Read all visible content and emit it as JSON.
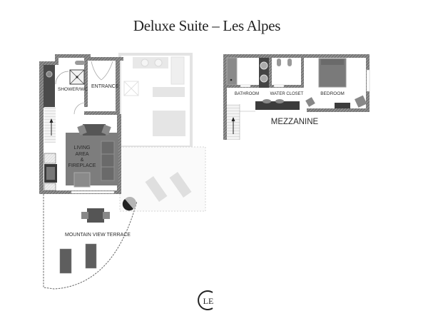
{
  "title": "Deluxe Suite – Les Alpes",
  "main_floor": {
    "rooms": [
      {
        "id": "shower",
        "label": "SHOWER/WC"
      },
      {
        "id": "entrance",
        "label": "ENTRANCE"
      },
      {
        "id": "living",
        "label_lines": [
          "LIVING",
          "AREA",
          "&",
          "FIREPLACE"
        ]
      },
      {
        "id": "terrace",
        "label": "MOUNTAIN VIEW TERRACE"
      }
    ]
  },
  "mezzanine": {
    "heading": "MEZZANINE",
    "rooms": [
      {
        "id": "bathroom",
        "label": "BATHROOM"
      },
      {
        "id": "water_closet",
        "label": "WATER CLOSET"
      },
      {
        "id": "bedroom",
        "label": "BEDROOM"
      }
    ]
  },
  "logo": {
    "text": "LE"
  },
  "colors": {
    "wall": "#555555",
    "furniture_dark": "#5a5a5a",
    "furniture_mid": "#7b7b7b",
    "faded": "#dcdcdc",
    "text": "#2a2a2a"
  }
}
